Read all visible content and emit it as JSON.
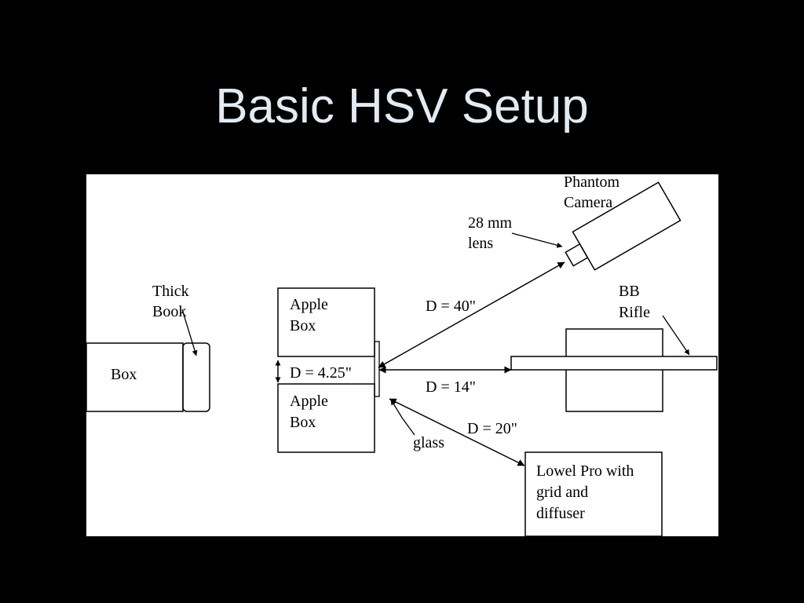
{
  "slide": {
    "title": "Basic HSV Setup"
  },
  "diagram": {
    "camera_label": [
      "Phantom",
      "Camera"
    ],
    "lens_label": [
      "28 mm",
      "lens"
    ],
    "book_label": [
      "Thick",
      "Book"
    ],
    "box_label": "Box",
    "apple_box_top": [
      "Apple",
      "Box"
    ],
    "apple_box_bottom": [
      "Apple",
      "Box"
    ],
    "gap_label": "D = 4.25\"",
    "camera_distance": "D = 40\"",
    "rifle_label": [
      "BB",
      "Rifle"
    ],
    "rifle_distance": "D = 14\"",
    "glass_label": "glass",
    "light_distance": "D = 20\"",
    "light_label": [
      "Lowel Pro with",
      "grid and",
      "diffuser"
    ]
  }
}
